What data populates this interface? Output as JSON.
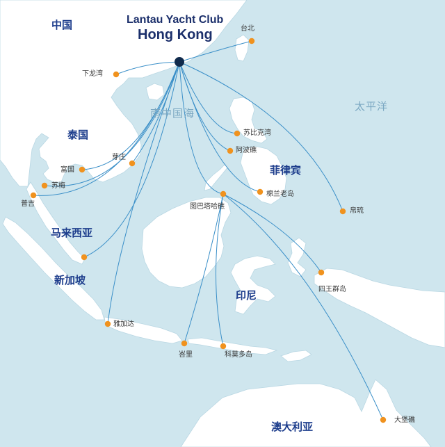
{
  "title": {
    "line1": "Lantau Yacht Club",
    "line2": "Hong Kong"
  },
  "colors": {
    "water": "#cfe6ee",
    "land": "#ffffff",
    "route": "#3a8fc8",
    "destination": "#f0921e",
    "origin": "#102a4c",
    "country_label": "#1d3d8c",
    "sea_label": "#7ba8c2"
  },
  "countries": [
    {
      "id": "china",
      "label": "中国"
    },
    {
      "id": "thailand",
      "label": "泰国"
    },
    {
      "id": "malaysia",
      "label": "马来西亚"
    },
    {
      "id": "singapore",
      "label": "新加坡"
    },
    {
      "id": "philippines",
      "label": "菲律宾"
    },
    {
      "id": "indonesia",
      "label": "印尼"
    },
    {
      "id": "australia",
      "label": "澳大利亚"
    }
  ],
  "seas": [
    {
      "id": "south-china-sea",
      "label": "南中国海"
    },
    {
      "id": "pacific-ocean",
      "label": "太平洋"
    }
  ],
  "destinations": [
    {
      "id": "taipei",
      "label": "台北"
    },
    {
      "id": "halong-bay",
      "label": "下龙湾"
    },
    {
      "id": "subic-bay",
      "label": "苏比克湾"
    },
    {
      "id": "apo-reef",
      "label": "阿波礁"
    },
    {
      "id": "nha-trang",
      "label": "芽庄"
    },
    {
      "id": "phu-quoc",
      "label": "富国"
    },
    {
      "id": "koh-samui",
      "label": "苏梅"
    },
    {
      "id": "phuket",
      "label": "普吉"
    },
    {
      "id": "sipadan",
      "label": "棉兰老岛"
    },
    {
      "id": "palau",
      "label": "帛琉"
    },
    {
      "id": "tubbataha",
      "label": "图巴塔哈礁"
    },
    {
      "id": "singapore-port",
      "label": ""
    },
    {
      "id": "raja-ampat",
      "label": "四王群岛"
    },
    {
      "id": "jakarta",
      "label": "雅加达"
    },
    {
      "id": "bali",
      "label": "峇里"
    },
    {
      "id": "komodo",
      "label": "科莫多岛"
    },
    {
      "id": "great-barrier-reef",
      "label": "大堡礁"
    }
  ]
}
